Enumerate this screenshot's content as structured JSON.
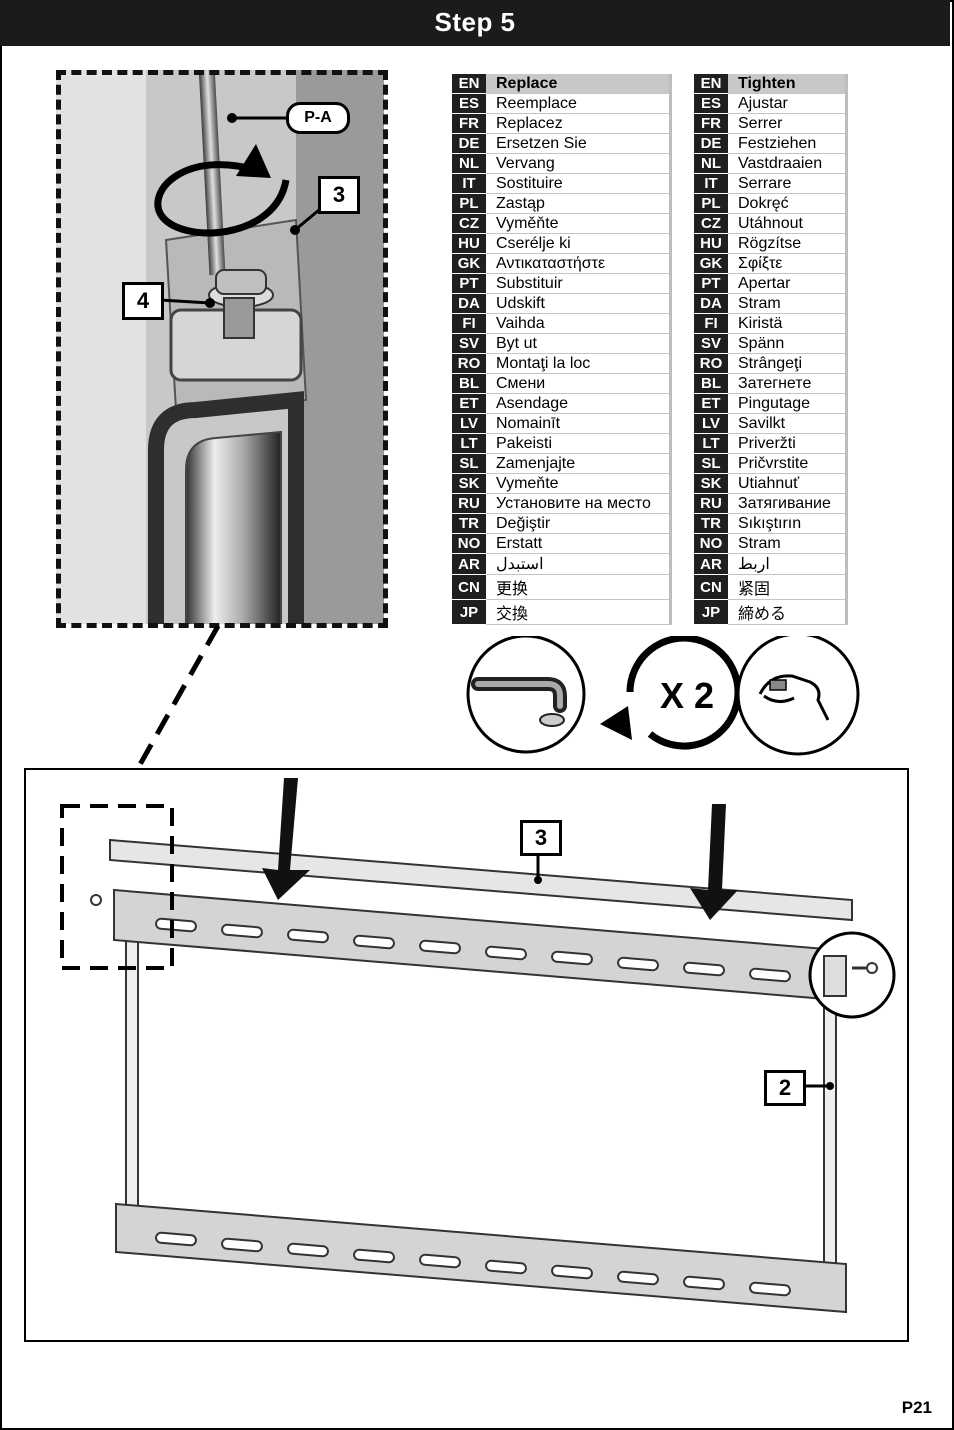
{
  "header": {
    "title": "Step 5"
  },
  "photo": {
    "callouts": {
      "tool": "P-A",
      "part_bracket": "3",
      "part_screw": "4"
    }
  },
  "left_table": {
    "rows": [
      {
        "code": "EN",
        "text": "Replace"
      },
      {
        "code": "ES",
        "text": "Reemplace"
      },
      {
        "code": "FR",
        "text": "Replacez"
      },
      {
        "code": "DE",
        "text": "Ersetzen Sie"
      },
      {
        "code": "NL",
        "text": "Vervang"
      },
      {
        "code": "IT",
        "text": "Sostituire"
      },
      {
        "code": "PL",
        "text": "Zastąp"
      },
      {
        "code": "CZ",
        "text": "Vyměňte"
      },
      {
        "code": "HU",
        "text": "Cserélje ki"
      },
      {
        "code": "GK",
        "text": "Αντικαταστήστε"
      },
      {
        "code": "PT",
        "text": "Substituir"
      },
      {
        "code": "DA",
        "text": "Udskift"
      },
      {
        "code": "FI",
        "text": "Vaihda"
      },
      {
        "code": "SV",
        "text": "Byt ut"
      },
      {
        "code": "RO",
        "text": "Montaţi la loc"
      },
      {
        "code": "BL",
        "text": "Смени"
      },
      {
        "code": "ET",
        "text": "Asendage"
      },
      {
        "code": "LV",
        "text": "Nomainīt"
      },
      {
        "code": "LT",
        "text": "Pakeisti"
      },
      {
        "code": "SL",
        "text": "Zamenjajte"
      },
      {
        "code": "SK",
        "text": "Vymeňte"
      },
      {
        "code": "RU",
        "text": "Установите на место"
      },
      {
        "code": "TR",
        "text": "Değiştir"
      },
      {
        "code": "NO",
        "text": "Erstatt"
      },
      {
        "code": "AR",
        "text": "استبدل"
      },
      {
        "code": "CN",
        "text": "更换"
      },
      {
        "code": "JP",
        "text": "交換"
      }
    ]
  },
  "right_table": {
    "rows": [
      {
        "code": "EN",
        "text": "Tighten"
      },
      {
        "code": "ES",
        "text": "Ajustar"
      },
      {
        "code": "FR",
        "text": "Serrer"
      },
      {
        "code": "DE",
        "text": "Festziehen"
      },
      {
        "code": "NL",
        "text": "Vastdraaien"
      },
      {
        "code": "IT",
        "text": "Serrare"
      },
      {
        "code": "PL",
        "text": "Dokręć"
      },
      {
        "code": "CZ",
        "text": "Utáhnout"
      },
      {
        "code": "HU",
        "text": "Rögzítse"
      },
      {
        "code": "GK",
        "text": "Σφίξτε"
      },
      {
        "code": "PT",
        "text": "Apertar"
      },
      {
        "code": "DA",
        "text": "Stram"
      },
      {
        "code": "FI",
        "text": "Kiristä"
      },
      {
        "code": "SV",
        "text": "Spänn"
      },
      {
        "code": "RO",
        "text": "Strângeţi"
      },
      {
        "code": "BL",
        "text": "Затегнете"
      },
      {
        "code": "ET",
        "text": "Pingutage"
      },
      {
        "code": "LV",
        "text": "Savilkt"
      },
      {
        "code": "LT",
        "text": "Priveržti"
      },
      {
        "code": "SL",
        "text": "Pričvrstite"
      },
      {
        "code": "SK",
        "text": "Utiahnuť"
      },
      {
        "code": "RU",
        "text": "Затягивание"
      },
      {
        "code": "TR",
        "text": "Sıkıştırın"
      },
      {
        "code": "NO",
        "text": "Stram"
      },
      {
        "code": "AR",
        "text": "اربط"
      },
      {
        "code": "CN",
        "text": "紧固"
      },
      {
        "code": "JP",
        "text": "締める"
      }
    ]
  },
  "icons": {
    "repeat_label": "X 2",
    "tool_icon": "hex-key-icon",
    "hand_icon": "tighten-hand-icon"
  },
  "diagram": {
    "callouts": {
      "part_crossbar": "3",
      "part_frame": "2"
    }
  },
  "footer": {
    "page": "P21"
  }
}
